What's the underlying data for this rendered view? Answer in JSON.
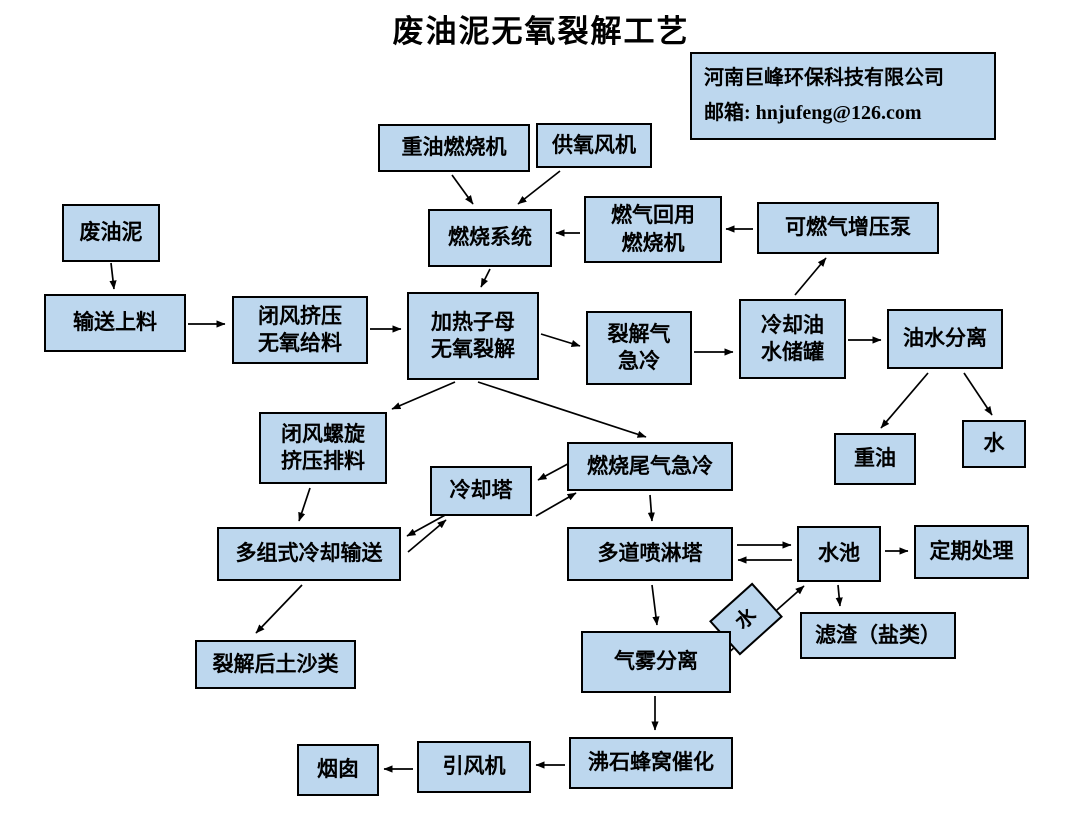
{
  "title": "废油泥无氧裂解工艺",
  "company": {
    "name": "河南巨峰环保科技有限公司",
    "email_line": "邮箱: hnjufeng@126.com"
  },
  "colors": {
    "box-fill": "#bdd7ee",
    "box-border": "#000000",
    "arrow": "#000000",
    "bg": "#ffffff"
  },
  "nodes": {
    "heavy_oil_burner": {
      "label": "重油燃烧机"
    },
    "oxygen_fan": {
      "label": "供氧风机"
    },
    "combustion_system": {
      "label": "燃烧系统"
    },
    "gas_reuse_burner": {
      "line1": "燃气回用",
      "line2": "燃烧机"
    },
    "gas_booster_pump": {
      "label": "可燃气增压泵"
    },
    "waste_oil_sludge": {
      "label": "废油泥"
    },
    "conveying_feed": {
      "label": "输送上料"
    },
    "airlock_extrude_feed": {
      "line1": "闭风挤压",
      "line2": "无氧给料"
    },
    "heating_pyrolysis": {
      "line1": "加热子母",
      "line2": "无氧裂解"
    },
    "pyrolysis_gas_quench": {
      "line1": "裂解气",
      "line2": "急冷"
    },
    "cooling_oil_water_tank": {
      "line1": "冷却油",
      "line2": "水储罐"
    },
    "oil_water_separation": {
      "label": "油水分离"
    },
    "heavy_oil": {
      "label": "重油"
    },
    "water": {
      "label": "水"
    },
    "airlock_screw_discharge": {
      "line1": "闭风螺旋",
      "line2": "挤压排料"
    },
    "cooling_tower": {
      "label": "冷却塔"
    },
    "flue_gas_quench": {
      "label": "燃烧尾气急冷"
    },
    "multi_group_cooling_conveyor": {
      "label": "多组式冷却输送"
    },
    "multi_spray_tower": {
      "label": "多道喷淋塔"
    },
    "water_pool": {
      "label": "水池"
    },
    "periodic_treatment": {
      "label": "定期处理"
    },
    "filter_residue": {
      "label": "滤渣（盐类）"
    },
    "water_diamond": {
      "label": "水"
    },
    "pyrolyzed_soil": {
      "label": "裂解后土沙类"
    },
    "gas_mist_separation": {
      "label": "气雾分离"
    },
    "zeolite_catalysis": {
      "label": "沸石蜂窝催化"
    },
    "induced_draft_fan": {
      "label": "引风机"
    },
    "chimney": {
      "label": "烟囱"
    }
  },
  "edges": [
    {
      "from": "废油泥",
      "to": "输送上料"
    },
    {
      "from": "输送上料",
      "to": "闭风挤压无氧给料"
    },
    {
      "from": "闭风挤压无氧给料",
      "to": "加热子母无氧裂解"
    },
    {
      "from": "重油燃烧机",
      "to": "燃烧系统"
    },
    {
      "from": "供氧风机",
      "to": "燃烧系统"
    },
    {
      "from": "燃气回用燃烧机",
      "to": "燃烧系统"
    },
    {
      "from": "可燃气增压泵",
      "to": "燃气回用燃烧机"
    },
    {
      "from": "燃烧系统",
      "to": "加热子母无氧裂解"
    },
    {
      "from": "加热子母无氧裂解",
      "to": "裂解气急冷"
    },
    {
      "from": "裂解气急冷",
      "to": "冷却油水储罐"
    },
    {
      "from": "冷却油水储罐",
      "to": "油水分离"
    },
    {
      "from": "冷却油水储罐",
      "to": "可燃气增压泵"
    },
    {
      "from": "油水分离",
      "to": "重油"
    },
    {
      "from": "油水分离",
      "to": "水"
    },
    {
      "from": "加热子母无氧裂解",
      "to": "闭风螺旋挤压排料"
    },
    {
      "from": "加热子母无氧裂解",
      "to": "燃烧尾气急冷"
    },
    {
      "from": "燃烧尾气急冷",
      "to": "冷却塔"
    },
    {
      "from": "冷却塔",
      "to": "燃烧尾气急冷"
    },
    {
      "from": "冷却塔",
      "to": "多组式冷却输送"
    },
    {
      "from": "多组式冷却输送",
      "to": "冷却塔"
    },
    {
      "from": "闭风螺旋挤压排料",
      "to": "多组式冷却输送"
    },
    {
      "from": "多组式冷却输送",
      "to": "裂解后土沙类"
    },
    {
      "from": "燃烧尾气急冷",
      "to": "多道喷淋塔"
    },
    {
      "from": "多道喷淋塔",
      "to": "水池"
    },
    {
      "from": "水池",
      "to": "多道喷淋塔"
    },
    {
      "from": "水池",
      "to": "定期处理"
    },
    {
      "from": "水池",
      "to": "滤渣（盐类）"
    },
    {
      "from": "多道喷淋塔",
      "to": "气雾分离"
    },
    {
      "from": "气雾分离",
      "to": "水池",
      "via": "水"
    },
    {
      "from": "气雾分离",
      "to": "沸石蜂窝催化"
    },
    {
      "from": "沸石蜂窝催化",
      "to": "引风机"
    },
    {
      "from": "引风机",
      "to": "烟囱"
    }
  ]
}
